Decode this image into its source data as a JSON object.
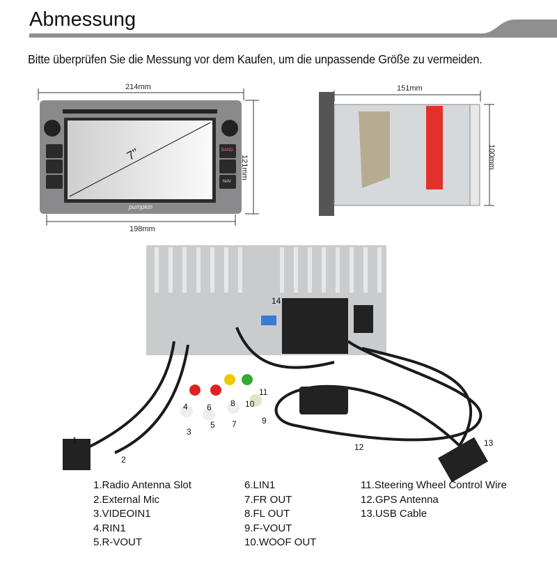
{
  "header": {
    "title": "Abmessung",
    "subtitle": "Bitte überprüfen Sie die Messung vor dem Kaufen, um die unpassende Größe zu vermeiden."
  },
  "front": {
    "width": "214mm",
    "height": "121mm",
    "screen_width": "198mm",
    "diagonal": "7''",
    "brand": "pumpkin",
    "buttons": [
      "BAND",
      "NAV"
    ]
  },
  "side": {
    "depth": "151mm",
    "height": "100mm"
  },
  "rear_callouts": [
    "1",
    "2",
    "3",
    "4",
    "5",
    "6",
    "7",
    "8",
    "9",
    "10",
    "11",
    "12",
    "13",
    "14"
  ],
  "legend": {
    "col1": [
      "1.Radio Antenna Slot",
      "2.External Mic",
      "3.VIDEOIN1",
      "4.RIN1",
      "5.R-VOUT"
    ],
    "col2": [
      "6.LIN1",
      "7.FR OUT",
      "8.FL OUT",
      "9.F-VOUT",
      "10.WOOF OUT"
    ],
    "col3": [
      "11.Steering Wheel Control Wire",
      "12.GPS Antenna",
      "13.USB Cable"
    ]
  }
}
